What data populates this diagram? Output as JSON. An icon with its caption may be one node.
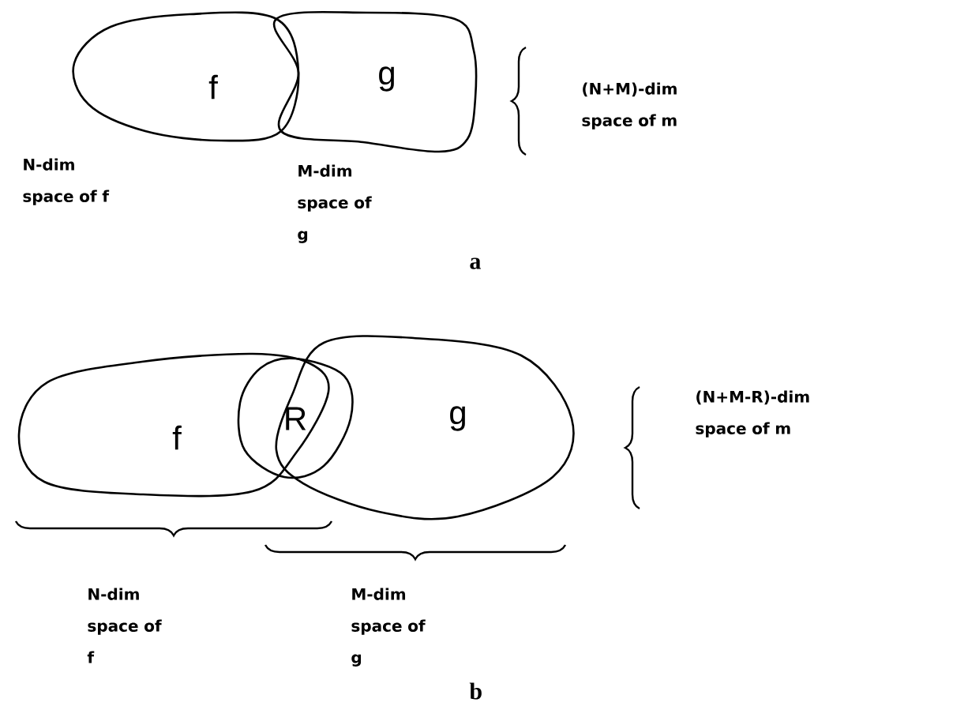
{
  "diagram": {
    "nodes": [
      {
        "text": [
          "f"
        ]
      },
      {
        "text": [
          "g"
        ]
      },
      {
        "text": [
          "f"
        ]
      },
      {
        "text": [
          "R"
        ]
      },
      {
        "text": [
          "g"
        ]
      }
    ],
    "labels": [
      "(N+M)-dim space of m",
      "N-dim space of f",
      "M-dim space of g",
      "a",
      "(N+M-R)-dim space of m",
      "N-dim space of f",
      "M-dim space of g",
      "b"
    ]
  }
}
